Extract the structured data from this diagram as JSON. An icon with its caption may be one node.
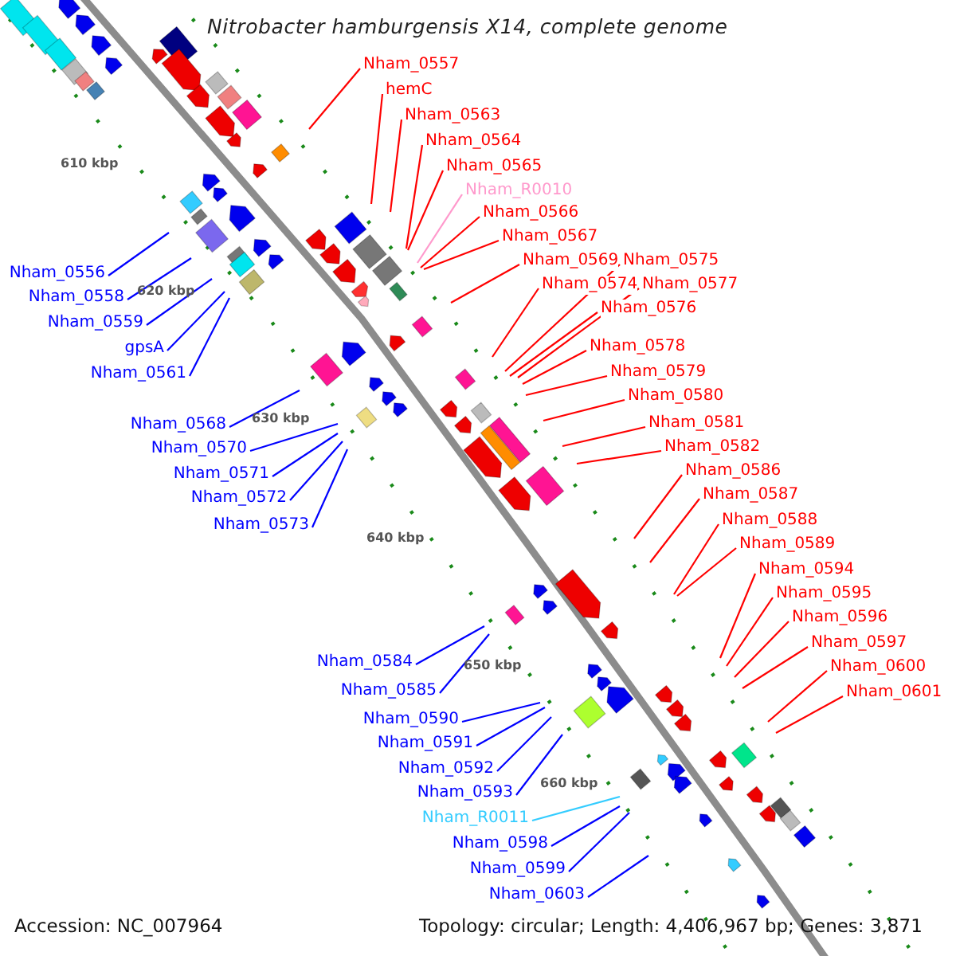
{
  "diagram": {
    "title": "Nitrobacter hamburgensis X14, complete genome",
    "nodes": [
      {
        "text": [
          "Nham_0557"
        ]
      },
      {
        "text": [
          "hemC"
        ]
      },
      {
        "text": [
          "Nham_0563"
        ]
      },
      {
        "text": [
          "Nham_0564"
        ]
      },
      {
        "text": [
          "Nham_0565"
        ]
      },
      {
        "text": [
          "Nham_R0010"
        ]
      },
      {
        "text": [
          "Nham_0566"
        ]
      },
      {
        "text": [
          "Nham_0567"
        ]
      },
      {
        "text": [
          "Nham_0569"
        ]
      },
      {
        "text": [
          "Nham_0575"
        ]
      },
      {
        "text": [
          "Nham_0574"
        ]
      },
      {
        "text": [
          "Nham_0577"
        ]
      },
      {
        "text": [
          "Nham_0576"
        ]
      },
      {
        "text": [
          "Nham_0578"
        ]
      },
      {
        "text": [
          "Nham_0579"
        ]
      },
      {
        "text": [
          "Nham_0580"
        ]
      },
      {
        "text": [
          "Nham_0581"
        ]
      },
      {
        "text": [
          "Nham_0582"
        ]
      },
      {
        "text": [
          "Nham_0586"
        ]
      },
      {
        "text": [
          "Nham_0587"
        ]
      },
      {
        "text": [
          "Nham_0588"
        ]
      },
      {
        "text": [
          "Nham_0589"
        ]
      },
      {
        "text": [
          "Nham_0594"
        ]
      },
      {
        "text": [
          "Nham_0595"
        ]
      },
      {
        "text": [
          "Nham_0596"
        ]
      },
      {
        "text": [
          "Nham_0597"
        ]
      },
      {
        "text": [
          "Nham_0600"
        ]
      },
      {
        "text": [
          "Nham_0601"
        ]
      },
      {
        "text": [
          "Nham_0556"
        ]
      },
      {
        "text": [
          "Nham_0558"
        ]
      },
      {
        "text": [
          "Nham_0559"
        ]
      },
      {
        "text": [
          "gpsA"
        ]
      },
      {
        "text": [
          "Nham_0561"
        ]
      },
      {
        "text": [
          "Nham_0568"
        ]
      },
      {
        "text": [
          "Nham_0570"
        ]
      },
      {
        "text": [
          "Nham_0571"
        ]
      },
      {
        "text": [
          "Nham_0572"
        ]
      },
      {
        "text": [
          "Nham_0573"
        ]
      },
      {
        "text": [
          "Nham_0584"
        ]
      },
      {
        "text": [
          "Nham_0585"
        ]
      },
      {
        "text": [
          "Nham_0590"
        ]
      },
      {
        "text": [
          "Nham_0591"
        ]
      },
      {
        "text": [
          "Nham_0592"
        ]
      },
      {
        "text": [
          "Nham_0593"
        ]
      },
      {
        "text": [
          "Nham_R0011"
        ]
      },
      {
        "text": [
          "Nham_0598"
        ]
      },
      {
        "text": [
          "Nham_0599"
        ]
      },
      {
        "text": [
          "Nham_0603"
        ]
      }
    ],
    "edges": [
      {
        "from": 0,
        "to": null,
        "arrow": "none"
      },
      {
        "from": 1,
        "to": null,
        "arrow": "none"
      },
      {
        "from": 2,
        "to": null,
        "arrow": "none"
      },
      {
        "from": 3,
        "to": null,
        "arrow": "none"
      },
      {
        "from": 4,
        "to": null,
        "arrow": "none"
      },
      {
        "from": 5,
        "to": null,
        "arrow": "none",
        "color": "#ff99cc"
      },
      {
        "from": 6,
        "to": null,
        "arrow": "none"
      },
      {
        "from": 7,
        "to": null,
        "arrow": "none"
      },
      {
        "from": 8,
        "to": null,
        "arrow": "none"
      },
      {
        "from": 9,
        "to": null,
        "arrow": "none"
      },
      {
        "from": 10,
        "to": null,
        "arrow": "none"
      },
      {
        "from": 11,
        "to": null,
        "arrow": "none"
      },
      {
        "from": 12,
        "to": null,
        "arrow": "none"
      },
      {
        "from": 13,
        "to": null,
        "arrow": "none"
      },
      {
        "from": 14,
        "to": null,
        "arrow": "none"
      },
      {
        "from": 15,
        "to": null,
        "arrow": "none"
      },
      {
        "from": 16,
        "to": null,
        "arrow": "none"
      },
      {
        "from": 17,
        "to": null,
        "arrow": "none"
      },
      {
        "from": 18,
        "to": null,
        "arrow": "none"
      },
      {
        "from": 19,
        "to": null,
        "arrow": "none"
      },
      {
        "from": 20,
        "to": null,
        "arrow": "none"
      },
      {
        "from": 21,
        "to": null,
        "arrow": "none"
      },
      {
        "from": 22,
        "to": null,
        "arrow": "none"
      },
      {
        "from": 23,
        "to": null,
        "arrow": "none"
      },
      {
        "from": 24,
        "to": null,
        "arrow": "none"
      },
      {
        "from": 25,
        "to": null,
        "arrow": "none"
      },
      {
        "from": 26,
        "to": null,
        "arrow": "none"
      },
      {
        "from": 27,
        "to": null,
        "arrow": "none"
      },
      {
        "from": 28,
        "to": null,
        "arrow": "none",
        "color": "#0000ff"
      },
      {
        "from": 29,
        "to": null,
        "arrow": "none",
        "color": "#0000ff"
      },
      {
        "from": 30,
        "to": null,
        "arrow": "none",
        "color": "#0000ff"
      },
      {
        "from": 31,
        "to": null,
        "arrow": "none",
        "color": "#0000ff"
      },
      {
        "from": 32,
        "to": null,
        "arrow": "none",
        "color": "#0000ff"
      },
      {
        "from": 33,
        "to": null,
        "arrow": "none",
        "color": "#0000ff"
      },
      {
        "from": 34,
        "to": null,
        "arrow": "none",
        "color": "#0000ff"
      },
      {
        "from": 35,
        "to": null,
        "arrow": "none",
        "color": "#0000ff"
      },
      {
        "from": 36,
        "to": null,
        "arrow": "none",
        "color": "#0000ff"
      },
      {
        "from": 37,
        "to": null,
        "arrow": "none",
        "color": "#0000ff"
      },
      {
        "from": 38,
        "to": null,
        "arrow": "none",
        "color": "#0000ff"
      },
      {
        "from": 39,
        "to": null,
        "arrow": "none",
        "color": "#0000ff"
      },
      {
        "from": 40,
        "to": null,
        "arrow": "none",
        "color": "#0000ff"
      },
      {
        "from": 41,
        "to": null,
        "arrow": "none",
        "color": "#0000ff"
      },
      {
        "from": 42,
        "to": null,
        "arrow": "none",
        "color": "#0000ff"
      },
      {
        "from": 43,
        "to": null,
        "arrow": "none",
        "color": "#0000ff"
      },
      {
        "from": 44,
        "to": null,
        "arrow": "none",
        "color": "#33ccff"
      },
      {
        "from": 45,
        "to": null,
        "arrow": "none",
        "color": "#0000ff"
      },
      {
        "from": 46,
        "to": null,
        "arrow": "none",
        "color": "#0000ff"
      },
      {
        "from": 47,
        "to": null,
        "arrow": "none",
        "color": "#0000ff"
      }
    ],
    "labels": [
      "610 kbp",
      "620 kbp",
      "630 kbp",
      "640 kbp",
      "650 kbp",
      "660 kbp",
      "Accession: NC_007964",
      "Topology: circular; Length: 4,406,967 bp; Genes: 3,871"
    ]
  }
}
